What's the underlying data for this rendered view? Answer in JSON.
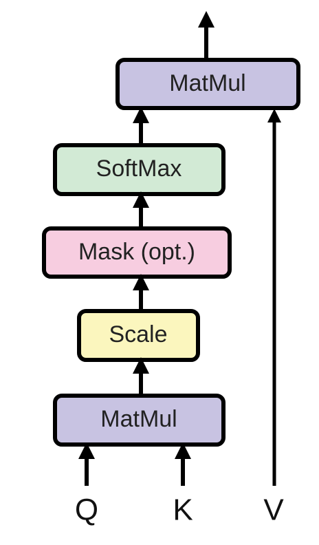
{
  "diagram": {
    "blocks": {
      "matmul_top": {
        "label": "MatMul",
        "fill": "#c8c3e2"
      },
      "softmax": {
        "label": "SoftMax",
        "fill": "#d2ead5"
      },
      "mask": {
        "label": "Mask (opt.)",
        "fill": "#f7cde0"
      },
      "scale": {
        "label": "Scale",
        "fill": "#fbf6be"
      },
      "matmul_bottom": {
        "label": "MatMul",
        "fill": "#c8c3e2"
      }
    },
    "inputs": {
      "q": "Q",
      "k": "K",
      "v": "V"
    },
    "colors": {
      "stroke": "#000000"
    }
  }
}
